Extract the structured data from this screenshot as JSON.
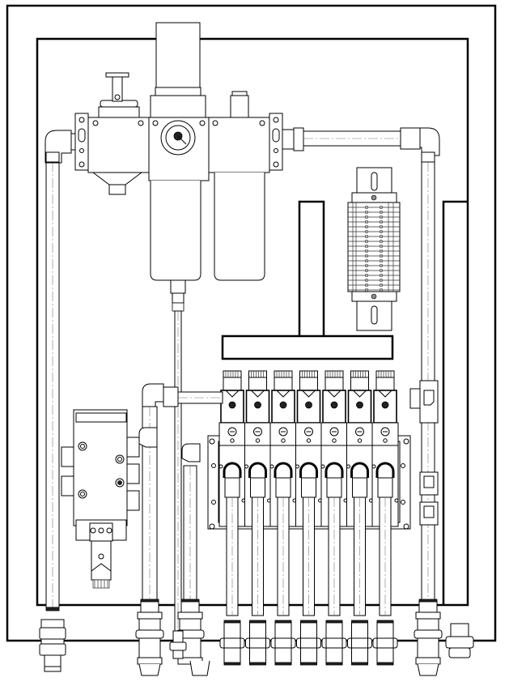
{
  "drawing": {
    "type": "technical line drawing",
    "colors": {
      "line": "#000000",
      "background": "#ffffff",
      "detail": "#333333"
    }
  },
  "components": {
    "enclosure": "enclosure-frame",
    "backplate": "mounting-backplate",
    "frl_unit": "filter-regulator-lubricator",
    "terminal_block": "terminal-block-rail",
    "wire_duct_horizontal": "wire-duct-horizontal",
    "wire_duct_vertical_left": "wire-duct-vertical-left",
    "wire_duct_vertical_right": "wire-duct-vertical-right",
    "valve_manifold": "solenoid-valve-manifold",
    "main_valve": "main-solenoid-valve",
    "valve_count": 7,
    "bulkhead_fitting_count": 12
  }
}
